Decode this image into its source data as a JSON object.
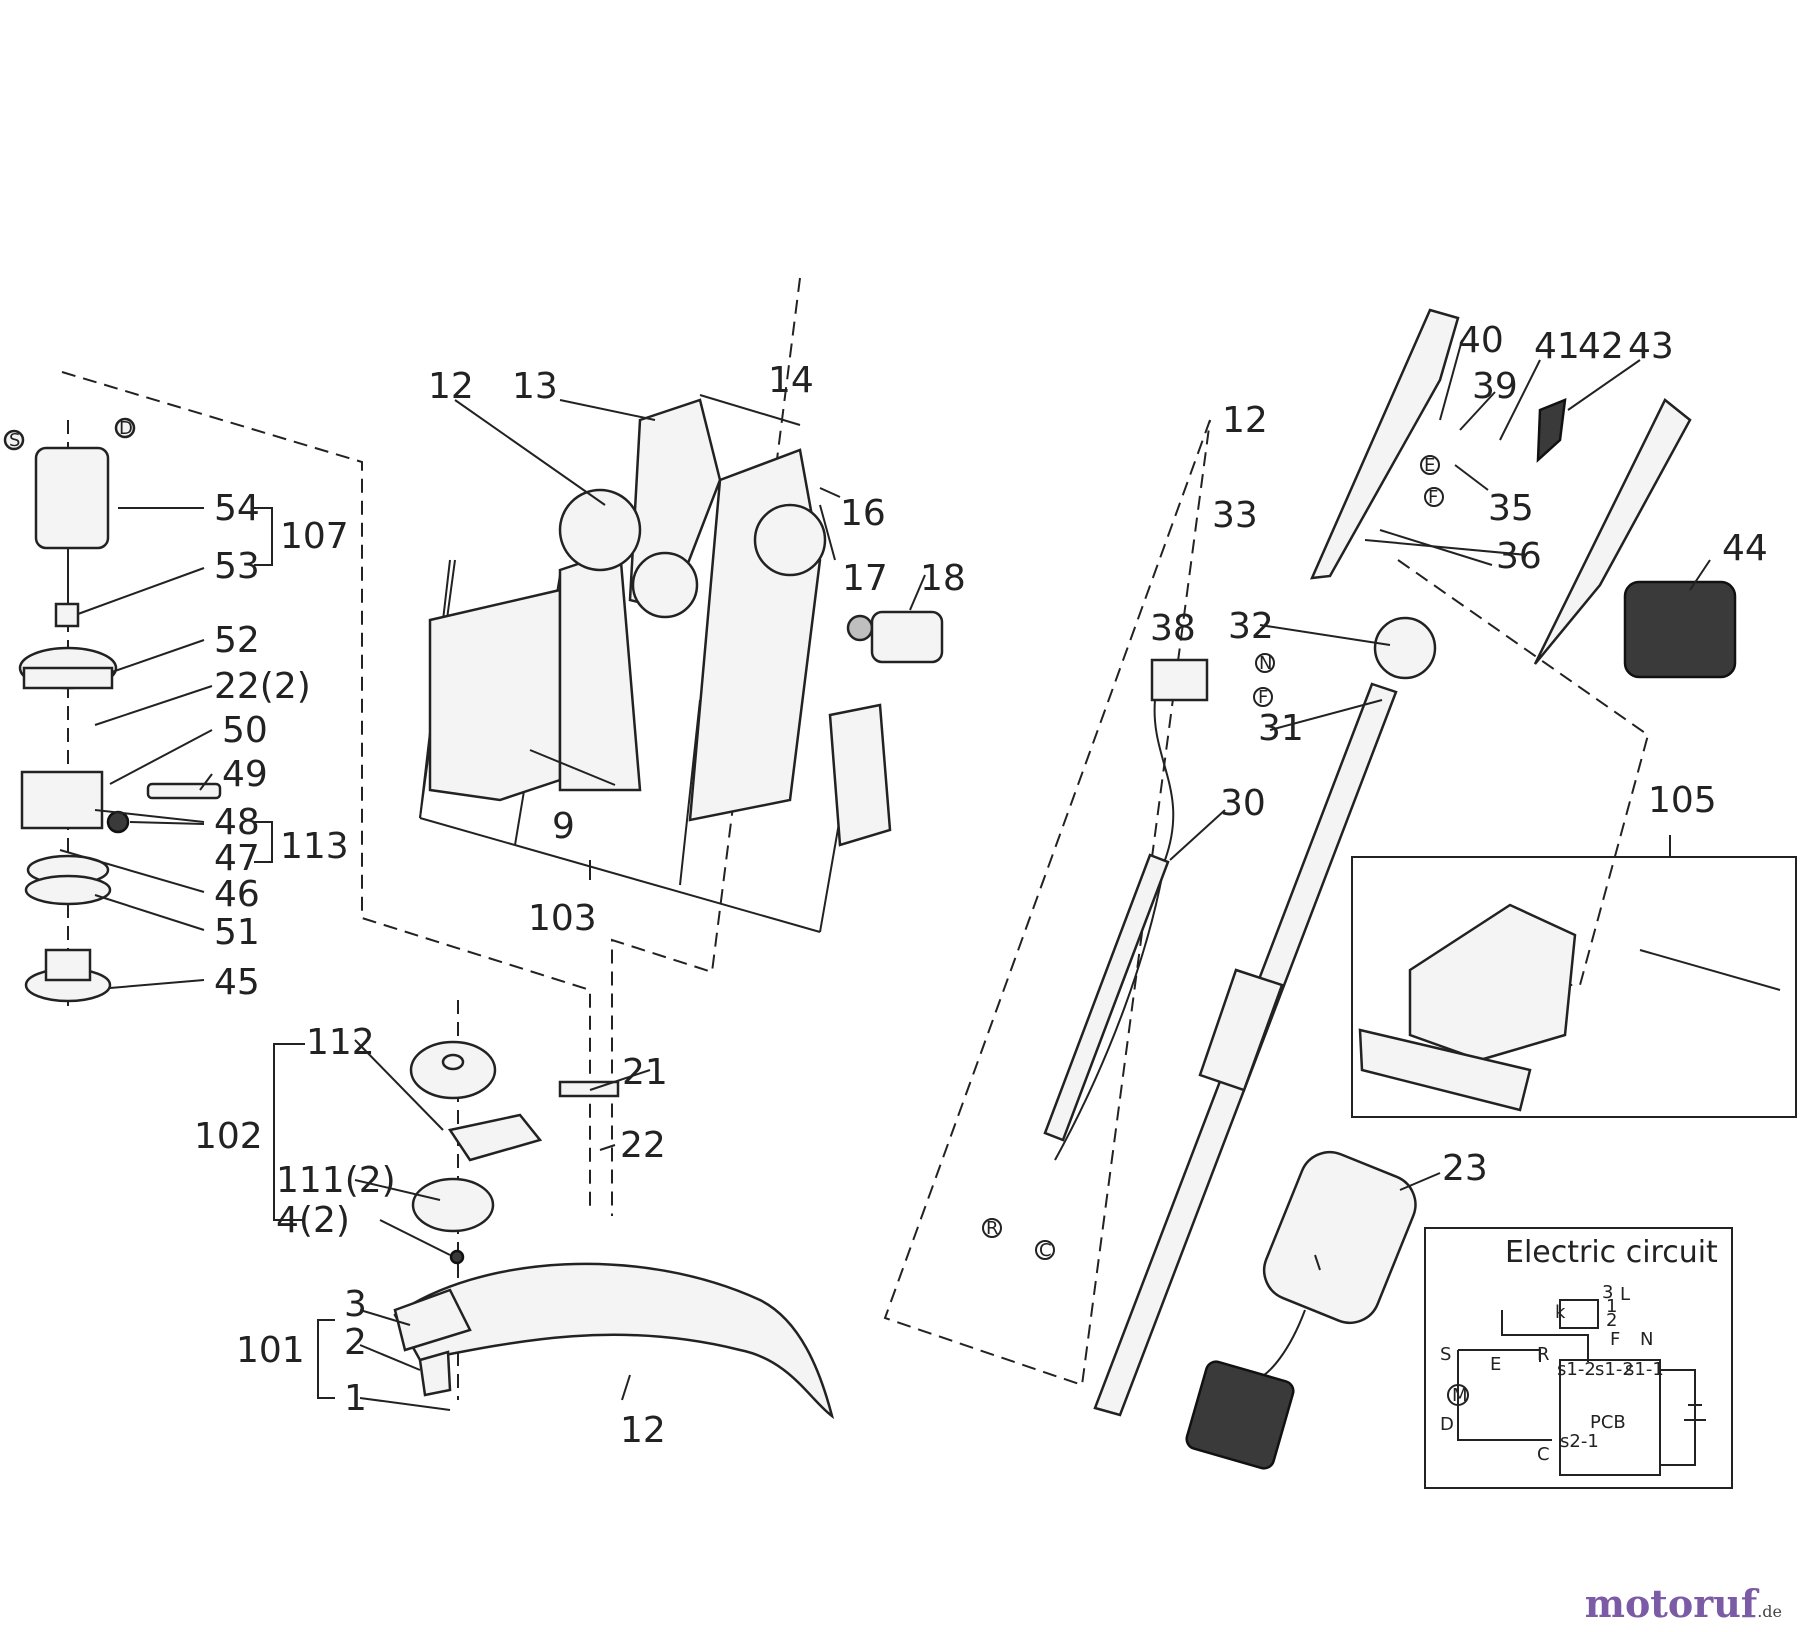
{
  "callouts": {
    "c1": "1",
    "c2": "2",
    "c3": "3",
    "c4": "4(2)",
    "c9": "9",
    "c12a": "12",
    "c12b": "12",
    "c12c": "12",
    "c13": "13",
    "c14": "14",
    "c16": "16",
    "c17": "17",
    "c18": "18",
    "c21": "21",
    "c22a": "22(2)",
    "c22b": "22",
    "c23": "23",
    "c30": "30",
    "c31": "31",
    "c32": "32",
    "c33": "33",
    "c35": "35",
    "c36": "36",
    "c38": "38",
    "c39": "39",
    "c40": "40",
    "c41": "41",
    "c42": "42",
    "c43": "43",
    "c44": "44",
    "c45": "45",
    "c46": "46",
    "c47": "47",
    "c48": "48",
    "c49": "49",
    "c50": "50",
    "c51": "51",
    "c52": "52",
    "c53": "53",
    "c54": "54",
    "c101": "101",
    "c102": "102",
    "c103": "103",
    "c105": "105",
    "c107": "107",
    "c111": "111(2)",
    "c112": "112",
    "c113": "113"
  },
  "markers": {
    "s": "S",
    "d": "D",
    "n": "N",
    "f": "F",
    "r": "R",
    "c": "C",
    "e": "E"
  },
  "circuit": {
    "title": "Electric circuit",
    "pcb": "PCB",
    "s12a": "s1-2",
    "s12b": "s1-2",
    "s11": "s1-1",
    "s21": "s2-1",
    "L": "L",
    "N": "N",
    "E": "E",
    "R": "R",
    "C": "C",
    "S": "S",
    "D": "D",
    "F": "F",
    "M": "M",
    "k": "k",
    "t3": "3",
    "t1": "1",
    "t2": "2"
  },
  "watermark": {
    "brand": "motoruf",
    "tld": ".de"
  }
}
